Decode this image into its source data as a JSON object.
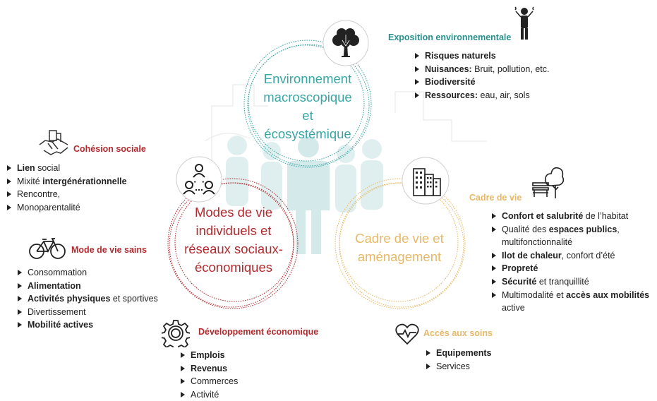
{
  "circles": {
    "env": {
      "label_lines": [
        "Environnement",
        "macroscopique",
        "et",
        "écosystémique"
      ],
      "color": "#3aa6a3"
    },
    "modes": {
      "label_lines": [
        "Modes de vie",
        "individuels et",
        "réseaux sociaux-",
        "économiques"
      ],
      "color": "#b22a2e"
    },
    "cadre": {
      "label_lines": [
        "Cadre de vie et",
        "aménagement"
      ],
      "color": "#e8b866"
    }
  },
  "sections": {
    "exposition": {
      "title": "Exposition environnementale",
      "title_color": "#2a8f8c",
      "icon": "person-pollution-icon",
      "items": [
        [
          {
            "t": "Risques naturels",
            "b": true
          }
        ],
        [
          {
            "t": "Nuisances:",
            "b": true
          },
          {
            "t": " Bruit, pollution, etc.",
            "b": false
          }
        ],
        [
          {
            "t": "Biodiversité",
            "b": true
          }
        ],
        [
          {
            "t": "Ressources:",
            "b": true
          },
          {
            "t": " eau, air, sols",
            "b": false
          }
        ]
      ]
    },
    "cohesion": {
      "title": "Cohésion sociale",
      "title_color": "#b22a2e",
      "icon": "handshake-icon",
      "items": [
        [
          {
            "t": "Lien",
            "b": true
          },
          {
            "t": " social",
            "b": false
          }
        ],
        [
          {
            "t": "Mixité ",
            "b": false
          },
          {
            "t": "intergénérationnelle",
            "b": true
          }
        ],
        [
          {
            "t": "Rencontre,",
            "b": false
          }
        ],
        [
          {
            "t": "Monoparentalité",
            "b": false
          }
        ]
      ]
    },
    "sains": {
      "title": "Mode de vie sains",
      "title_color": "#b22a2e",
      "icon": "bicycle-icon",
      "items": [
        [
          {
            "t": "Consommation",
            "b": false
          }
        ],
        [
          {
            "t": "Alimentation",
            "b": true
          }
        ],
        [
          {
            "t": "Activités physiques",
            "b": true
          },
          {
            "t": " et sportives",
            "b": false
          }
        ],
        [
          {
            "t": "Divertissement",
            "b": false
          }
        ],
        [
          {
            "t": "Mobilité actives",
            "b": true
          }
        ]
      ]
    },
    "dev": {
      "title": "Développement économique",
      "title_color": "#b22a2e",
      "icon": "gear-icon",
      "items": [
        [
          {
            "t": "Emplois",
            "b": true
          }
        ],
        [
          {
            "t": "Revenus",
            "b": true
          }
        ],
        [
          {
            "t": "Commerces",
            "b": false
          }
        ],
        [
          {
            "t": "Activité",
            "b": false
          }
        ]
      ]
    },
    "cadre": {
      "title": "Cadre de vie",
      "title_color": "#e8b866",
      "icon": "bench-tree-icon",
      "items": [
        [
          {
            "t": "Confort et salubrité",
            "b": true
          },
          {
            "t": " de l’habitat",
            "b": false
          }
        ],
        [
          {
            "t": "Qualité des ",
            "b": false
          },
          {
            "t": "espaces publics",
            "b": true
          },
          {
            "t": ", multifonctionnalité",
            "b": false
          }
        ],
        [
          {
            "t": "Ilot de chaleur",
            "b": true
          },
          {
            "t": ", confort d’été",
            "b": false
          }
        ],
        [
          {
            "t": "Propreté",
            "b": true
          }
        ],
        [
          {
            "t": "Sécurité",
            "b": true
          },
          {
            "t": " et tranquillité",
            "b": false
          }
        ],
        [
          {
            "t": "Multimodalité et ",
            "b": false
          },
          {
            "t": "accès aux mobilités",
            "b": true
          },
          {
            "t": " active",
            "b": false
          }
        ]
      ]
    },
    "soins": {
      "title": "Accès aux soins",
      "title_color": "#e8b866",
      "icon": "heart-pulse-icon",
      "items": [
        [
          {
            "t": "Equipements",
            "b": true
          }
        ],
        [
          {
            "t": "Services",
            "b": false
          }
        ]
      ]
    }
  },
  "circle_icons": {
    "env": "tree-icon",
    "modes": "people-network-icon",
    "cadre": "buildings-icon"
  }
}
